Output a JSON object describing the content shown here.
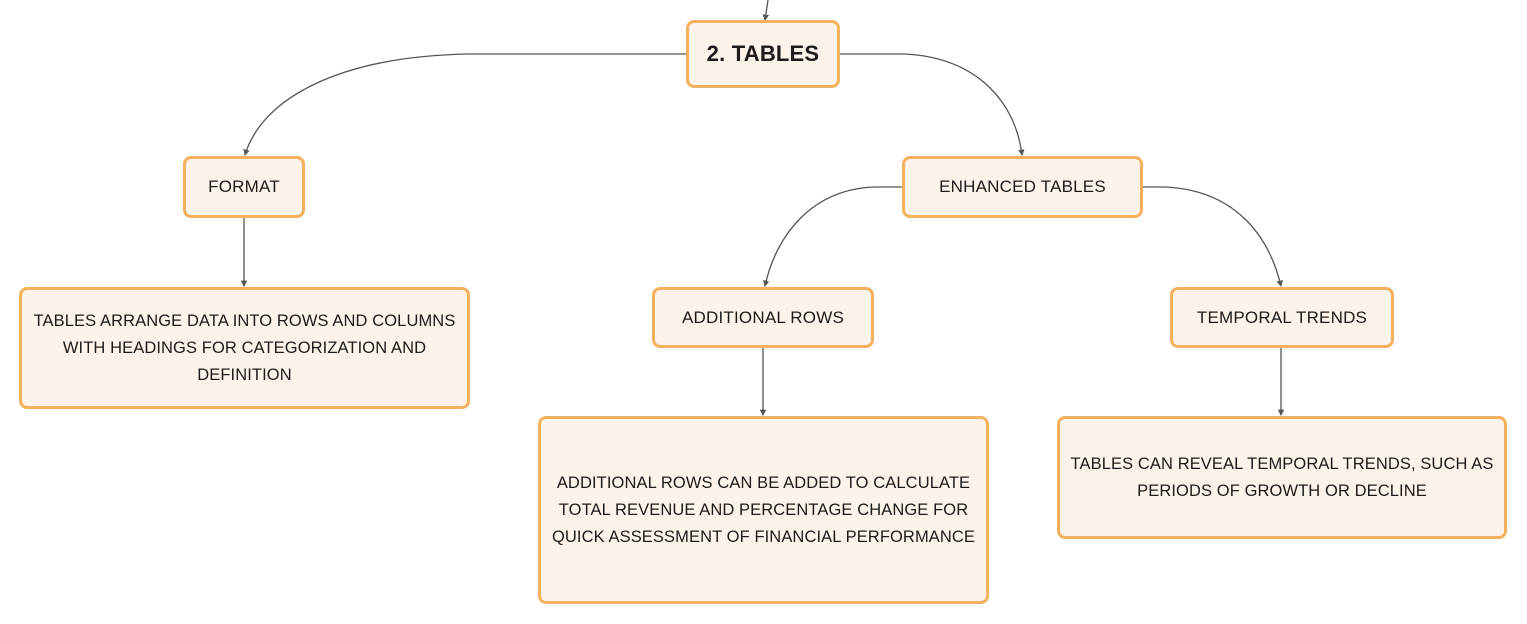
{
  "mindmap": {
    "root": {
      "label": "2. TABLES"
    },
    "nodes": {
      "format": {
        "label": "FORMAT"
      },
      "format_detail": {
        "text": "TABLES ARRANGE DATA INTO ROWS AND COLUMNS WITH HEADINGS FOR CATEGORIZATION AND DEFINITION"
      },
      "enhanced_tables": {
        "label": "ENHANCED TABLES"
      },
      "additional_rows": {
        "label": "ADDITIONAL ROWS"
      },
      "additional_rows_detail": {
        "text": "ADDITIONAL ROWS CAN BE ADDED TO CALCULATE TOTAL REVENUE AND PERCENTAGE CHANGE FOR QUICK ASSESSMENT OF FINANCIAL PERFORMANCE"
      },
      "temporal_trends": {
        "label": "TEMPORAL TRENDS"
      },
      "temporal_trends_detail": {
        "text": "TABLES CAN REVEAL TEMPORAL TRENDS, SUCH AS PERIODS OF GROWTH OR DECLINE"
      }
    },
    "colors": {
      "node_fill": "#fef3eb",
      "node_border": "#f5b25e",
      "edge": "#555555",
      "text": "#1b1b1b"
    }
  }
}
